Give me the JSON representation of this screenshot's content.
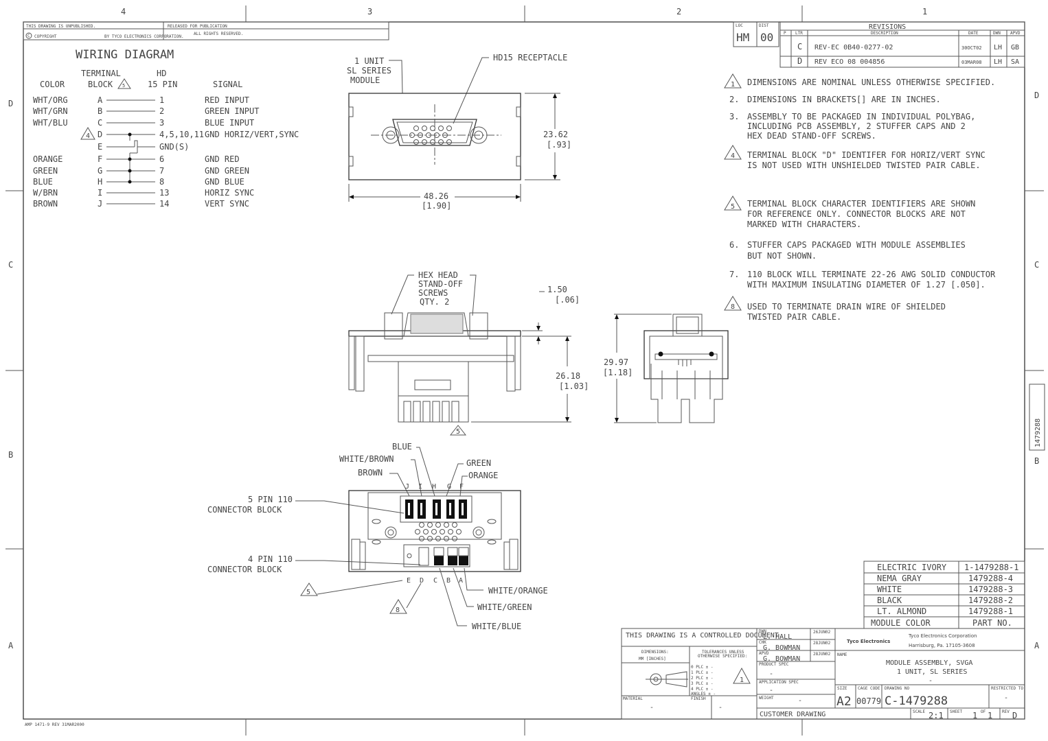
{
  "header": {
    "zones_top": [
      "4",
      "3",
      "2",
      "1"
    ],
    "zones_side_left": [
      "D",
      "C",
      "B",
      "A"
    ],
    "zones_side_right": [
      "D",
      "C",
      "B",
      "A"
    ],
    "unpublished": "THIS DRAWING IS UNPUBLISHED.",
    "released": "RELEASED FOR PUBLICATION",
    "copyright": "COPYRIGHT",
    "by": "BY TYCO ELECTRONICS CORPORATION.",
    "rights": "ALL RIGHTS RESERVED.",
    "loc_label": "LOC",
    "loc_value": "HM",
    "dist_label": "DIST",
    "dist_value": "00",
    "side_part": "1479288"
  },
  "revisions": {
    "title": "REVISIONS",
    "headers": [
      "P",
      "LTR",
      "DESCRIPTION",
      "DATE",
      "DWN",
      "APVD"
    ],
    "rows": [
      {
        "ltr": "C",
        "desc": "REV-EC 0B40-0277-02",
        "date": "30OCT02",
        "dwn": "LH",
        "apvd": "GB"
      },
      {
        "ltr": "D",
        "desc": "REV ECO 08 004856",
        "date": "03MAR08",
        "dwn": "LH",
        "apvd": "SA"
      }
    ]
  },
  "wiring": {
    "title": "WIRING DIAGRAM",
    "col_color": "COLOR",
    "col_terminal_1": "TERMINAL",
    "col_terminal_2": "BLOCK",
    "col_hd_1": "HD",
    "col_hd_2": "15 PIN",
    "col_signal": "SIGNAL",
    "rows": [
      {
        "color": "WHT/ORG",
        "term": "A",
        "pin": "1",
        "signal": "RED INPUT"
      },
      {
        "color": "WHT/GRN",
        "term": "B",
        "pin": "2",
        "signal": "GREEN INPUT"
      },
      {
        "color": "WHT/BLU",
        "term": "C",
        "pin": "3",
        "signal": "BLUE INPUT"
      },
      {
        "color": "",
        "term": "D",
        "pin": "4,5,10,11",
        "signal": "GND HORIZ/VERT,SYNC"
      },
      {
        "color": "",
        "term": "E",
        "pin": "GND(S)",
        "signal": ""
      },
      {
        "color": "ORANGE",
        "term": "F",
        "pin": "6",
        "signal": "GND RED"
      },
      {
        "color": "GREEN",
        "term": "G",
        "pin": "7",
        "signal": "GND GREEN"
      },
      {
        "color": "BLUE",
        "term": "H",
        "pin": "8",
        "signal": "GND BLUE"
      },
      {
        "color": "W/BRN",
        "term": "I",
        "pin": "13",
        "signal": "HORIZ SYNC"
      },
      {
        "color": "BROWN",
        "term": "J",
        "pin": "14",
        "signal": "VERT SYNC"
      }
    ]
  },
  "front_view": {
    "unit_1": "1 UNIT",
    "unit_2": "SL SERIES",
    "unit_3": "MODULE",
    "receptacle": "HD15 RECEPTACLE",
    "dim_h_mm": "23.62",
    "dim_h_in": "[.93]",
    "dim_w_mm": "48.26",
    "dim_w_in": "[1.90]"
  },
  "side_view": {
    "hex_1": "HEX HEAD",
    "hex_2": "STAND-OFF",
    "hex_3": "SCREWS",
    "hex_4": "QTY. 2",
    "dim_t_mm": "1.50",
    "dim_t_in": "[.06]",
    "dim_d_mm": "26.18",
    "dim_d_in": "[1.03]",
    "dim_o_mm": "29.97",
    "dim_o_in": "[1.18]"
  },
  "rear_view": {
    "blue": "BLUE",
    "white_brown": "WHITE/BROWN",
    "brown": "BROWN",
    "green": "GREEN",
    "orange": "ORANGE",
    "pin5_1": "5 PIN 110",
    "pin5_2": "CONNECTOR BLOCK",
    "pin4_1": "4 PIN 110",
    "pin4_2": "CONNECTOR BLOCK",
    "top_letters": [
      "J",
      "I",
      "H",
      "G",
      "F"
    ],
    "bottom_letters": [
      "E",
      "D",
      "C",
      "B",
      "A"
    ],
    "white_orange": "WHITE/ORANGE",
    "white_green": "WHITE/GREEN",
    "white_blue": "WHITE/BLUE"
  },
  "notes": [
    {
      "num": "1",
      "flag": true,
      "lines": [
        "DIMENSIONS ARE NOMINAL UNLESS OTHERWISE SPECIFIED."
      ]
    },
    {
      "num": "2.",
      "flag": false,
      "lines": [
        "DIMENSIONS IN BRACKETS[] ARE IN INCHES."
      ]
    },
    {
      "num": "3.",
      "flag": false,
      "lines": [
        "ASSEMBLY TO BE PACKAGED IN INDIVIDUAL POLYBAG,",
        "INCLUDING PCB ASSEMBLY, 2 STUFFER CAPS AND 2",
        "HEX DEAD STAND-OFF SCREWS."
      ]
    },
    {
      "num": "4",
      "flag": true,
      "lines": [
        "TERMINAL BLOCK \"D\" IDENTIFER FOR HORIZ/VERT SYNC",
        "IS NOT USED WITH UNSHIELDED TWISTED PAIR CABLE."
      ]
    },
    {
      "num": "5",
      "flag": true,
      "lines": [
        "TERMINAL BLOCK CHARACTER IDENTIFIERS ARE SHOWN",
        "FOR REFERENCE ONLY. CONNECTOR BLOCKS ARE NOT",
        "MARKED WITH CHARACTERS."
      ]
    },
    {
      "num": "6.",
      "flag": false,
      "lines": [
        "STUFFER CAPS PACKAGED WITH MODULE ASSEMBLIES",
        "BUT NOT SHOWN."
      ]
    },
    {
      "num": "7.",
      "flag": false,
      "lines": [
        "110 BLOCK WILL TERMINATE 22-26 AWG SOLID CONDUCTOR",
        "WITH MAXIMUM INSULATING DIAMETER OF 1.27 [.050]."
      ]
    },
    {
      "num": "8",
      "flag": true,
      "lines": [
        "USED TO TERMINATE DRAIN WIRE OF SHIELDED",
        "TWISTED PAIR CABLE."
      ]
    }
  ],
  "parts": {
    "rows": [
      {
        "color": "ELECTRIC IVORY",
        "part": "1-1479288-1"
      },
      {
        "color": "NEMA GRAY",
        "part": "1479288-4"
      },
      {
        "color": "WHITE",
        "part": "1479288-3"
      },
      {
        "color": "BLACK",
        "part": "1479288-2"
      },
      {
        "color": "LT. ALMOND",
        "part": "1479288-1"
      }
    ],
    "head_color": "MODULE COLOR",
    "head_part": "PART NO."
  },
  "title_block": {
    "controlled": "THIS DRAWING IS A CONTROLLED DOCUMENT.",
    "dimensions": "DIMENSIONS:",
    "units": "MM [INCHES]",
    "tolerances_1": "TOLERANCES UNLESS",
    "tolerances_2": "OTHERWISE SPECIFIED:",
    "plc": [
      "0 PLC   ±  -",
      "1 PLC   ±  -",
      "2 PLC   ±  -",
      "3 PLC   ±  -",
      "4 PLC   ±  -",
      "ANGLES     ±  -"
    ],
    "material": "MATERIAL",
    "material_val": "-",
    "finish": "FINISH",
    "finish_val": "-",
    "dwn_label": "DWN",
    "dwn": "L. HALL",
    "dwn_date": "26JUN02",
    "chk_label": "CHK",
    "chk": "G. BOWMAN",
    "chk_date": "28JUN02",
    "apvd_label": "APVD",
    "apvd": "G. BOWMAN",
    "apvd_date": "28JUN02",
    "product_spec": "PRODUCT SPEC",
    "product_val": "-",
    "application_spec": "APPLICATION SPEC",
    "application_val": "-",
    "weight": "WEIGHT",
    "weight_val": "-",
    "customer": "CUSTOMER DRAWING",
    "company_logo": "Tyco Electronics",
    "company": "Tyco Electronics Corporation",
    "address": "Harrisburg, Pa. 17105-3608",
    "name_label": "NAME",
    "name_1": "MODULE ASSEMBLY, SVGA",
    "name_2": "1 UNIT, SL SERIES",
    "name_3": "-",
    "size_label": "SIZE",
    "size": "A2",
    "cage_label": "CAGE CODE",
    "cage": "00779",
    "dwgno_label": "DRAWING NO",
    "dwgno": "C-1479288",
    "restricted_label": "RESTRICTED TO",
    "restricted_val": "-",
    "scale_label": "SCALE",
    "scale": "2:1",
    "sheet_label": "SHEET",
    "sheet": "1",
    "of_label": "OF",
    "of": "1",
    "rev_label": "REV",
    "rev": "D"
  },
  "footer": "AMP 1471-9 REV 31MAR2000"
}
